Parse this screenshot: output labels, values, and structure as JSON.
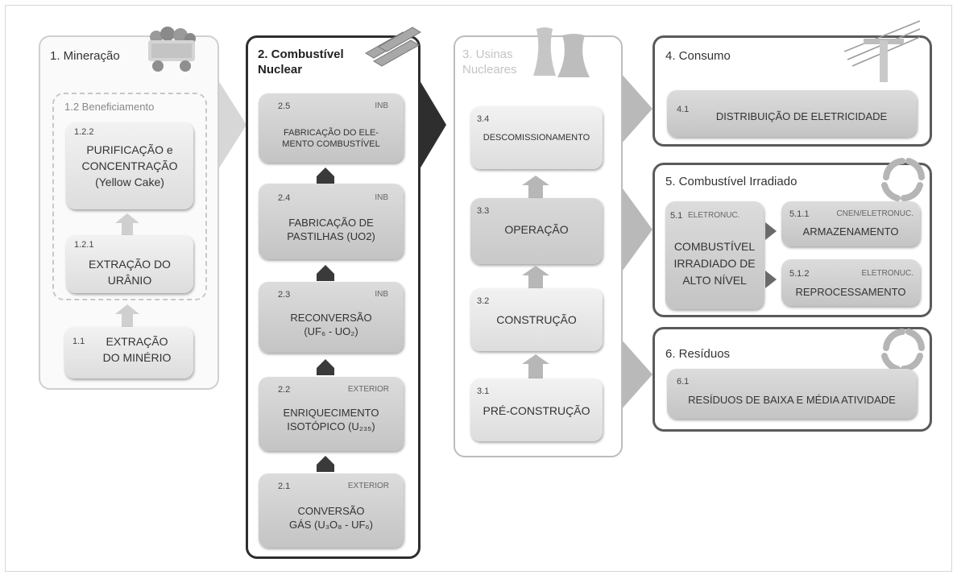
{
  "panels": {
    "p1": {
      "title": "1. Mineração",
      "sub_title": "1.2 Beneficiamento",
      "b122": {
        "num": "1.2.2",
        "line1": "PURIFICAÇÃO e",
        "line2": "CONCENTRAÇÃO",
        "line3": "(Yellow Cake)"
      },
      "b121": {
        "num": "1.2.1",
        "line1": "EXTRAÇÃO DO",
        "line2": "URÂNIO"
      },
      "b11": {
        "num": "1.1",
        "line1": "EXTRAÇÃO",
        "line2": "DO MINÉRIO"
      }
    },
    "p2": {
      "title_line1": "2. Combustível",
      "title_line2": "Nuclear",
      "b25": {
        "num": "2.5",
        "org": "INB",
        "line1": "FABRICAÇÃO DO ELE-",
        "line2": "MENTO COMBUSTÍVEL"
      },
      "b24": {
        "num": "2.4",
        "org": "INB",
        "line1": "FABRICAÇÃO DE",
        "line2": "PASTILHAS  (UO2)"
      },
      "b23": {
        "num": "2.3",
        "org": "INB",
        "line1": "RECONVERSÃO",
        "line2": "(UF₆  -  UO₂)"
      },
      "b22": {
        "num": "2.2",
        "org": "EXTERIOR",
        "line1": "ENRIQUECIMENTO",
        "line2": "ISOTÓPICO  (U₂₃₅)"
      },
      "b21": {
        "num": "2.1",
        "org": "EXTERIOR",
        "line1": "CONVERSÃO",
        "line2": "GÁS (U₃O₈ - UF₆)"
      }
    },
    "p3": {
      "title_line1": "3. Usinas",
      "title_line2": "Nucleares",
      "b34": {
        "num": "3.4",
        "line1": "DESCOMISSIONAMENTO"
      },
      "b33": {
        "num": "3.3",
        "line1": "OPERAÇÃO"
      },
      "b32": {
        "num": "3.2",
        "line1": "CONSTRUÇÃO"
      },
      "b31": {
        "num": "3.1",
        "line1": "PRÉ-CONSTRUÇÃO"
      }
    },
    "p4": {
      "title": "4. Consumo",
      "b41": {
        "num": "4.1",
        "line1": "DISTRIBUIÇÃO DE ELETRICIDADE"
      }
    },
    "p5": {
      "title": "5. Combustível Irradiado",
      "b51": {
        "num": "5.1",
        "org": "ELETRONUC.",
        "line1": "COMBUSTÍVEL",
        "line2": "IRRADIADO DE",
        "line3": "ALTO NÍVEL"
      },
      "b511": {
        "num": "5.1.1",
        "org": "CNEN/ELETRONUC.",
        "line1": "ARMAZENAMENTO"
      },
      "b512": {
        "num": "5.1.2",
        "org": "ELETRONUC.",
        "line1": "REPROCESSAMENTO"
      }
    },
    "p6": {
      "title": "6. Resíduos",
      "b61": {
        "num": "6.1",
        "line1": "RESÍDUOS DE BAIXA E MÉDIA ATIVIDADE"
      }
    }
  },
  "icons": [
    "mine-cart-icon",
    "fuel-rods-icon",
    "cooling-towers-icon",
    "power-pole-icon",
    "recycle-icon"
  ],
  "colors": {
    "accent_dark": "#2e2e2e",
    "box_gray": "#c9c9c9",
    "border_gray": "#5a5a5a"
  }
}
